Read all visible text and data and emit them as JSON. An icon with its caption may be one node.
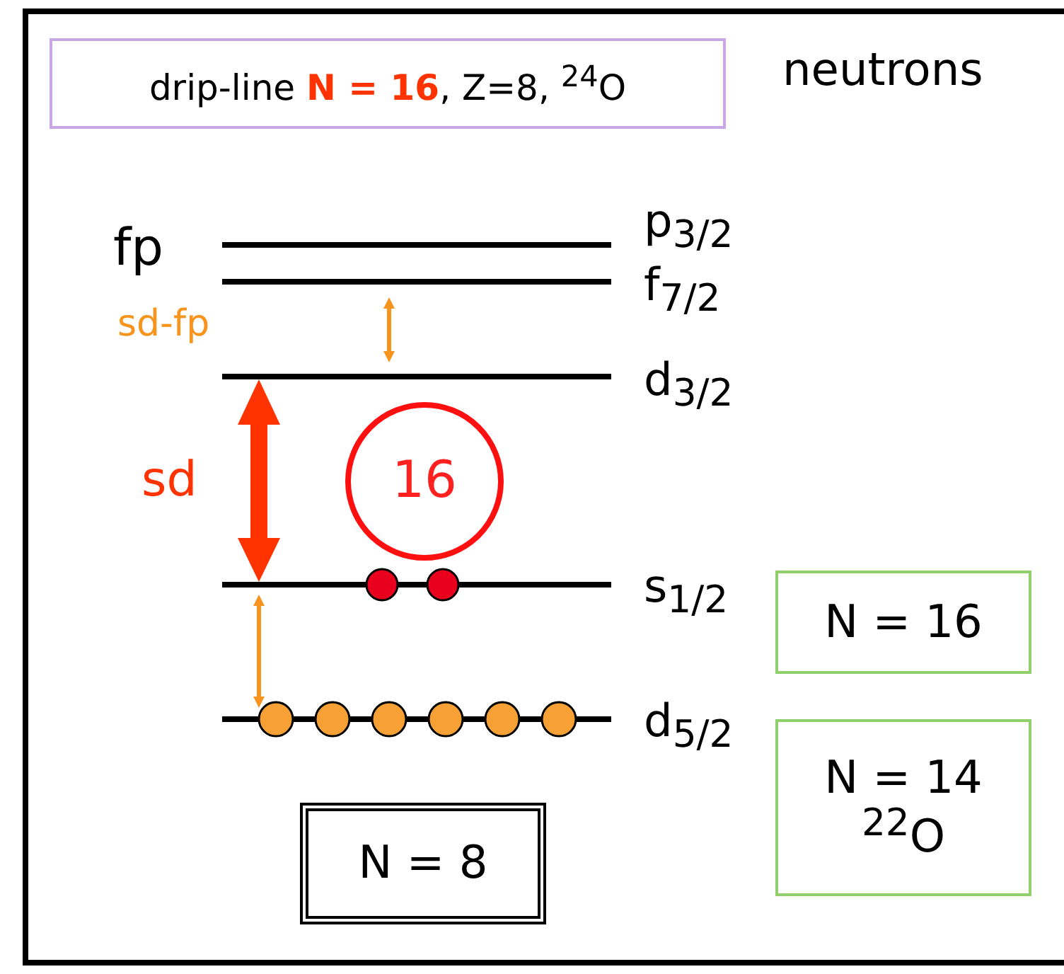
{
  "diagram": {
    "nodes": [
      {
        "text": [
          "drip-line **N = 16**, Z=8, $^{24}$O"
        ]
      },
      {
        "text": [
          "16"
        ]
      },
      {
        "text": [
          "N = 16"
        ]
      },
      {
        "text": [
          "N = 14",
          "$^{22}$O"
        ]
      },
      {
        "text": [
          "N = 8"
        ]
      }
    ],
    "labels": [
      "neutrons",
      "fp",
      "p$_{3/2}$",
      "f$_{7/2}$",
      "sd-fp",
      "d$_{3/2}$",
      "sd",
      "s$_{1/2}$",
      "d$_{5/2}$"
    ]
  }
}
